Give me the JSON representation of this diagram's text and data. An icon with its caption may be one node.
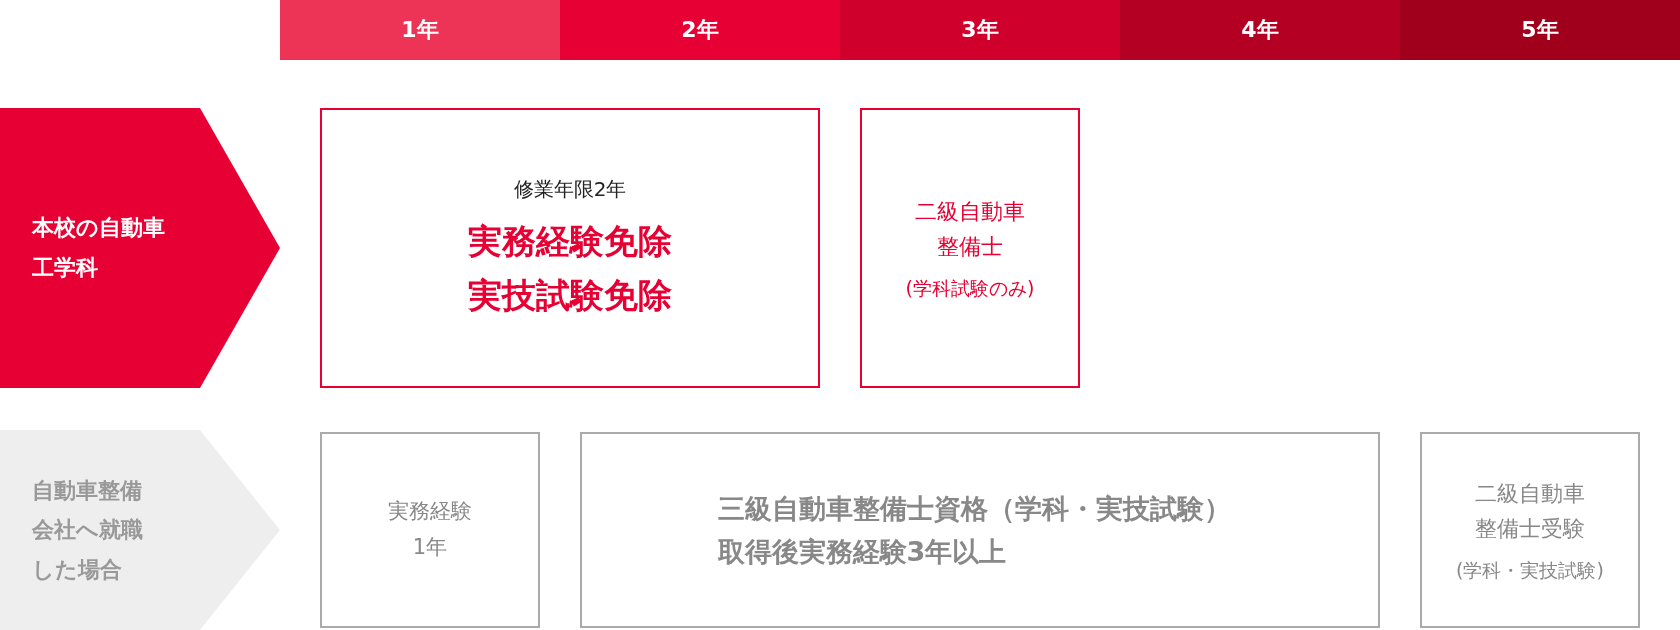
{
  "diagram": {
    "nodes": [
      {
        "text": [
          "1年"
        ]
      },
      {
        "text": [
          "2年"
        ]
      },
      {
        "text": [
          "3年"
        ]
      },
      {
        "text": [
          "4年"
        ]
      },
      {
        "text": [
          "5年"
        ]
      },
      {
        "text": [
          "本校の自動車工学科"
        ]
      },
      {
        "text": [
          "修業年限2年",
          "実務経験免除実技試験免除"
        ]
      },
      {
        "text": [
          "二級自動車整備士",
          "(学科試験のみ)"
        ]
      },
      {
        "text": [
          "自動車整備会社へ就職した場合"
        ]
      },
      {
        "text": [
          "実務経験1年"
        ]
      },
      {
        "text": [
          "三級自動車整備士資格（学科・実技試験）取得後実務経験3年以上"
        ]
      },
      {
        "text": [
          "二級自動車整備士受験",
          "(学科・実技試験)"
        ]
      }
    ]
  }
}
